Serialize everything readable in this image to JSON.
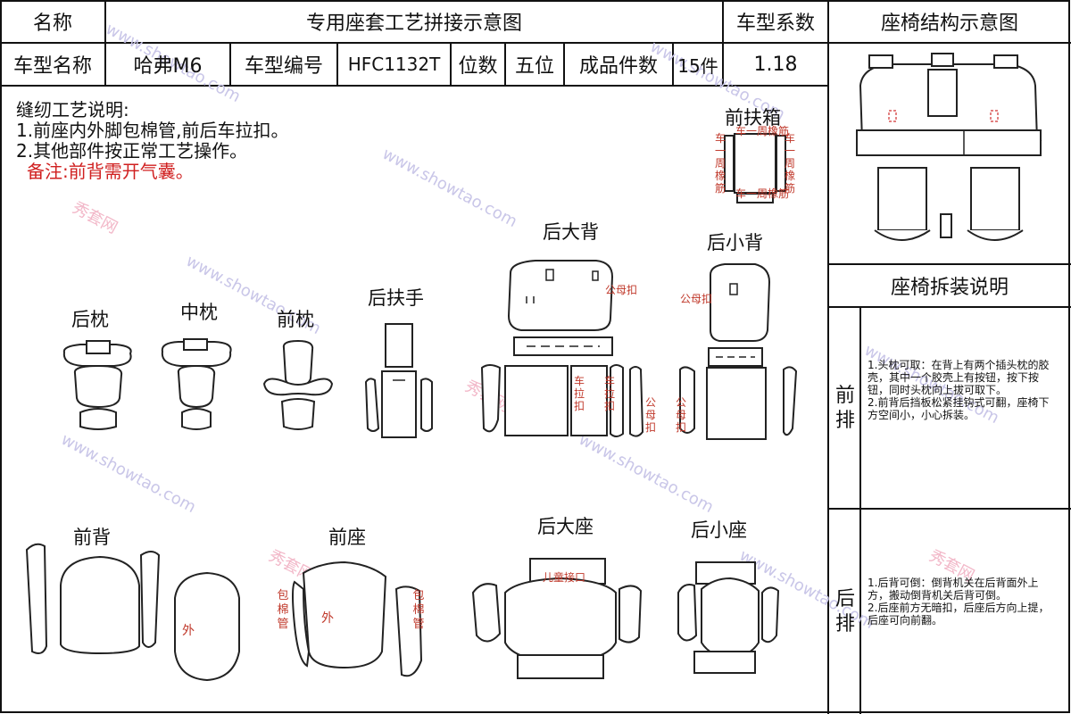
{
  "header": {
    "name_label": "名称",
    "title": "专用座套工艺拼接示意图",
    "coef_label": "车型系数",
    "struct_label": "座椅结构示意图",
    "model_name_label": "车型名称",
    "model_name": "哈弗M6",
    "model_code_label": "车型编号",
    "model_code": "HFC1132T",
    "seats_label": "位数",
    "seats": "五位",
    "pieces_label": "成品件数",
    "pieces": "15件",
    "coef": "1.18"
  },
  "notes": {
    "title": "缝纫工艺说明:",
    "item1": "1.前座内外脚包棉管,前后车拉扣。",
    "item2": "2.其他部件按正常工艺操作。",
    "remark": "备注:前背需开气囊。"
  },
  "parts": {
    "front_console": "前扶箱",
    "rear_back_large": "后大背",
    "rear_back_small": "后小背",
    "rear_pillow": "后枕",
    "mid_pillow": "中枕",
    "front_pillow": "前枕",
    "rear_armrest": "后扶手",
    "front_back": "前背",
    "front_seat": "前座",
    "rear_seat_large": "后大座",
    "rear_seat_small": "后小座"
  },
  "annotations": {
    "rubber_top": "车一周橡筋",
    "rubber_bottom": "车一周橡筋",
    "rubber_left": "车一周橡筋",
    "rubber_right": "车一周橡筋",
    "snap1": "公母扣",
    "snap2": "公母扣",
    "pull1": "车拉扣",
    "pull2": "车拉扣",
    "snap_v1": "公母扣",
    "snap_v2": "公母扣",
    "outer1": "外",
    "outer2": "外",
    "padding1": "包棉管",
    "padding2": "包棉管",
    "child_port": "儿童接口"
  },
  "disassembly": {
    "title": "座椅拆装说明",
    "front_label": "前排",
    "front_text": "1.头枕可取：在背上有两个插头枕的胶壳，其中一个胶壳上有按钮，按下按钮，同时头枕向上拔可取下。\n2.前背后挡板松紧挂钩式可翻，座椅下方空间小，小心拆装。",
    "rear_label": "后排",
    "rear_text": "1.后背可倒：倒背机关在后背面外上方，搬动倒背机关后背可倒。\n2.后座前方无暗扣，后座后方向上提，后座可向前翻。"
  },
  "watermark": {
    "text_en": "www.showtao.com",
    "text_cn": "秀套网"
  },
  "colors": {
    "accent_red": "#d02020",
    "line": "#222222"
  }
}
